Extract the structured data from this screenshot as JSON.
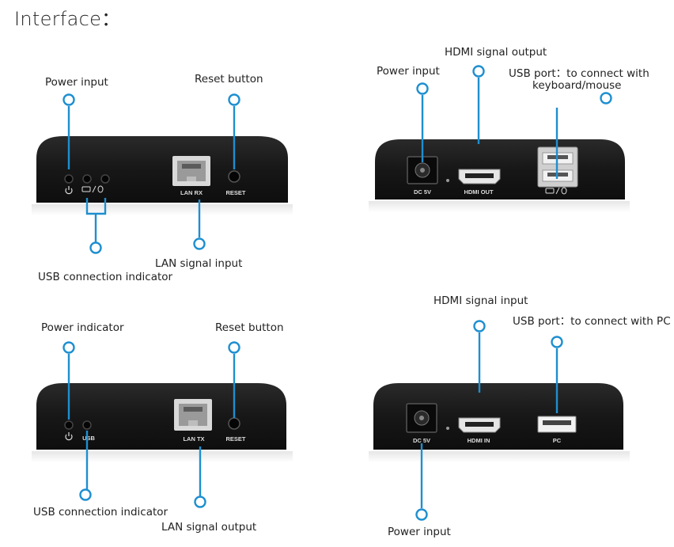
{
  "heading": "Interface：",
  "panels": {
    "rx_front": {
      "callouts": {
        "power_input": "Power input",
        "reset_button": "Reset button",
        "usb_indicator": "USB connection indicator",
        "lan_signal_input": "LAN signal  input"
      },
      "ports": {
        "lan": "LAN RX",
        "reset": "RESET"
      },
      "icons": [
        "power-icon",
        "keyboard-icon",
        "mouse-icon"
      ]
    },
    "rx_back": {
      "callouts": {
        "power_input": "Power input",
        "hdmi_output": "HDMI signal output",
        "usb_port_line1": "USB port：to connect with",
        "usb_port_line2": "keyboard/mouse"
      },
      "ports": {
        "dc": "DC 5V",
        "hdmi": "HDMI OUT"
      },
      "icons": [
        "keyboard-icon",
        "mouse-icon"
      ]
    },
    "tx_front": {
      "callouts": {
        "power_indicator": "Power indicator",
        "reset_button": "Reset button",
        "usb_indicator": "USB connection  indicator",
        "lan_signal_output": "LAN signal output"
      },
      "ports": {
        "usb": "USB",
        "lan": "LAN TX",
        "reset": "RESET"
      },
      "icons": [
        "power-icon"
      ]
    },
    "tx_back": {
      "callouts": {
        "hdmi_input": "HDMI signal input",
        "usb_port": "USB port：to connect with PC",
        "power_input": "Power input"
      },
      "ports": {
        "dc": "DC 5V",
        "hdmi": "HDMI IN",
        "pc": "PC"
      }
    }
  },
  "colors": {
    "accent": "#1e8fd0",
    "device": "#1c1c1c",
    "text": "#222222"
  }
}
